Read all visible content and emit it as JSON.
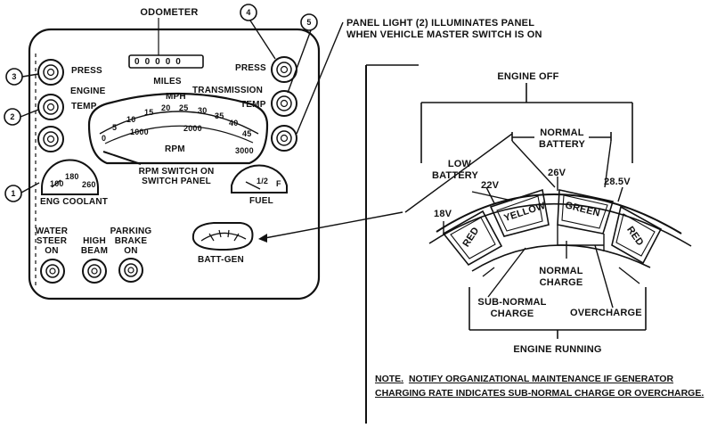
{
  "panel": {
    "odometer_label": "ODOMETER",
    "odometer_digits": [
      "0",
      "0",
      "0",
      "0",
      "0"
    ],
    "odometer_unit": "MILES",
    "callout_numbers": [
      "1",
      "2",
      "3",
      "4",
      "5"
    ],
    "engine_label": "ENGINE",
    "engine_press": "PRESS",
    "engine_temp": "TEMP",
    "transmission_label": "TRANSMISSION",
    "transmission_press": "PRESS",
    "transmission_temp": "TEMP",
    "mph_label": "MPH",
    "rpm_label": "RPM",
    "mph_ticks": [
      "0",
      "5",
      "10",
      "15",
      "20",
      "25",
      "30",
      "35",
      "40",
      "45"
    ],
    "rpm_ticks": [
      "1000",
      "2000",
      "3000"
    ],
    "rpm_switch_line1": "RPM SWITCH ON",
    "rpm_switch_line2": "SWITCH PANEL",
    "coolant_ticks": [
      "100",
      "180",
      "260"
    ],
    "coolant_label": "ENG COOLANT",
    "fuel_ticks": [
      "1/2",
      "F"
    ],
    "fuel_label": "FUEL",
    "water_label": [
      "WATER",
      "STEER",
      "ON"
    ],
    "beam_label": [
      "HIGH",
      "BEAM"
    ],
    "brake_label": [
      "PARKING",
      "BRAKE",
      "ON"
    ],
    "battgen_label": "BATT-GEN"
  },
  "panel_light_note": [
    "PANEL LIGHT (2) ILLUMINATES PANEL",
    "WHEN VEHICLE MASTER SWITCH IS ON"
  ],
  "gauge_detail": {
    "engine_off": "ENGINE OFF",
    "normal_battery": [
      "NORMAL",
      "BATTERY"
    ],
    "low_battery": [
      "LOW",
      "BATTERY"
    ],
    "voltages": [
      "18V",
      "22V",
      "26V",
      "28.5V"
    ],
    "segments": [
      "RED",
      "YELLOW",
      "GREEN",
      "RED"
    ],
    "normal_charge": [
      "NORMAL",
      "CHARGE"
    ],
    "sub_normal_charge": [
      "SUB-NORMAL",
      "CHARGE"
    ],
    "overcharge": "OVERCHARGE",
    "engine_running": "ENGINE RUNNING"
  },
  "note": {
    "lead": "NOTE.",
    "text": "NOTIFY ORGANIZATIONAL MAINTENANCE IF GENERATOR CHARGING RATE INDICATES SUB-NORMAL CHARGE OR OVERCHARGE."
  }
}
